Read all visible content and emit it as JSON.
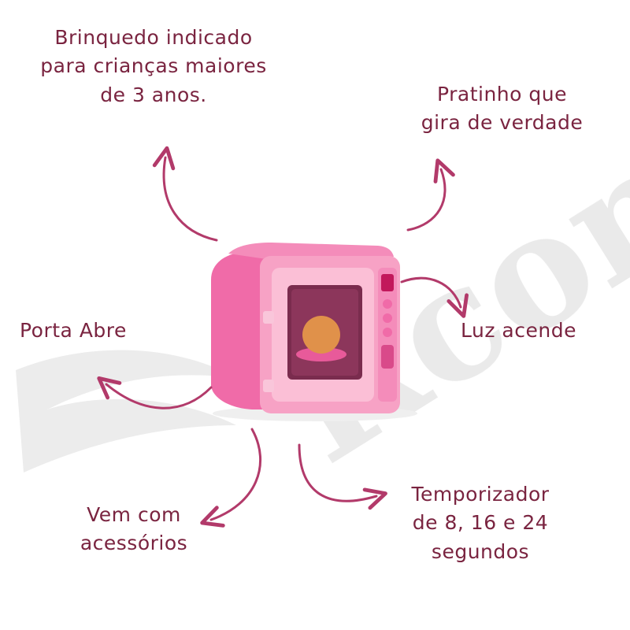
{
  "colors": {
    "text": "#7a2440",
    "arrow": "#b23a6a",
    "toy_body": "#f06ba8",
    "toy_body_light": "#f8a9c9",
    "toy_door": "#fbbfd6",
    "toy_window": "#7a2c4e",
    "watermark": "#e4e4e4"
  },
  "watermark": {
    "text": "Rcom"
  },
  "callouts": {
    "age": {
      "lines": [
        "Brinquedo indicado",
        "para crianças maiores",
        "de 3 anos."
      ]
    },
    "plate": {
      "lines": [
        "Pratinho que",
        "gira de verdade"
      ]
    },
    "door": {
      "lines": [
        "Porta Abre"
      ]
    },
    "light": {
      "lines": [
        "Luz acende"
      ]
    },
    "accessories": {
      "lines": [
        "Vem com",
        "acessórios"
      ]
    },
    "timer": {
      "lines": [
        "Temporizador",
        "de 8, 16 e 24",
        "segundos"
      ]
    }
  }
}
